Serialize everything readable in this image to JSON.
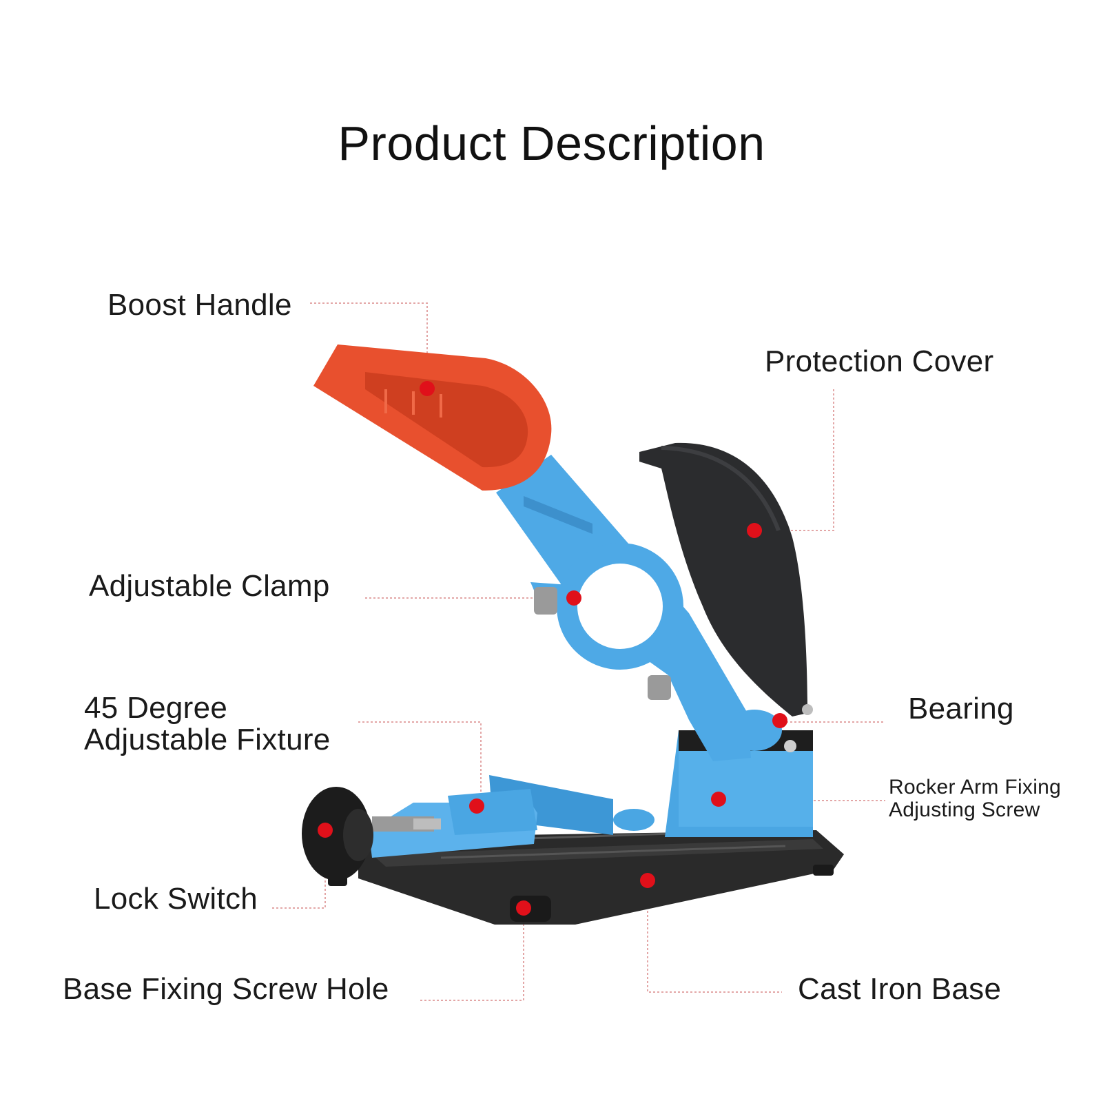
{
  "title": "Product Description",
  "labels": {
    "boost_handle": "Boost Handle",
    "protection_cover": "Protection Cover",
    "adjustable_clamp": "Adjustable Clamp",
    "fixture_line1": "45 Degree",
    "fixture_line2": "Adjustable Fixture",
    "bearing": "Bearing",
    "rocker_line1": "Rocker Arm Fixing",
    "rocker_line2": "Adjusting Screw",
    "lock_switch": "Lock Switch",
    "base_screw_hole": "Base Fixing Screw Hole",
    "cast_iron_base": "Cast Iron Base"
  },
  "colors": {
    "handle": "#e8502e",
    "arm": "#4ea9e6",
    "cover": "#2b2c2e",
    "base": "#2a2a2a",
    "marker": "#e0101a",
    "leader": "#e3a0a0"
  }
}
